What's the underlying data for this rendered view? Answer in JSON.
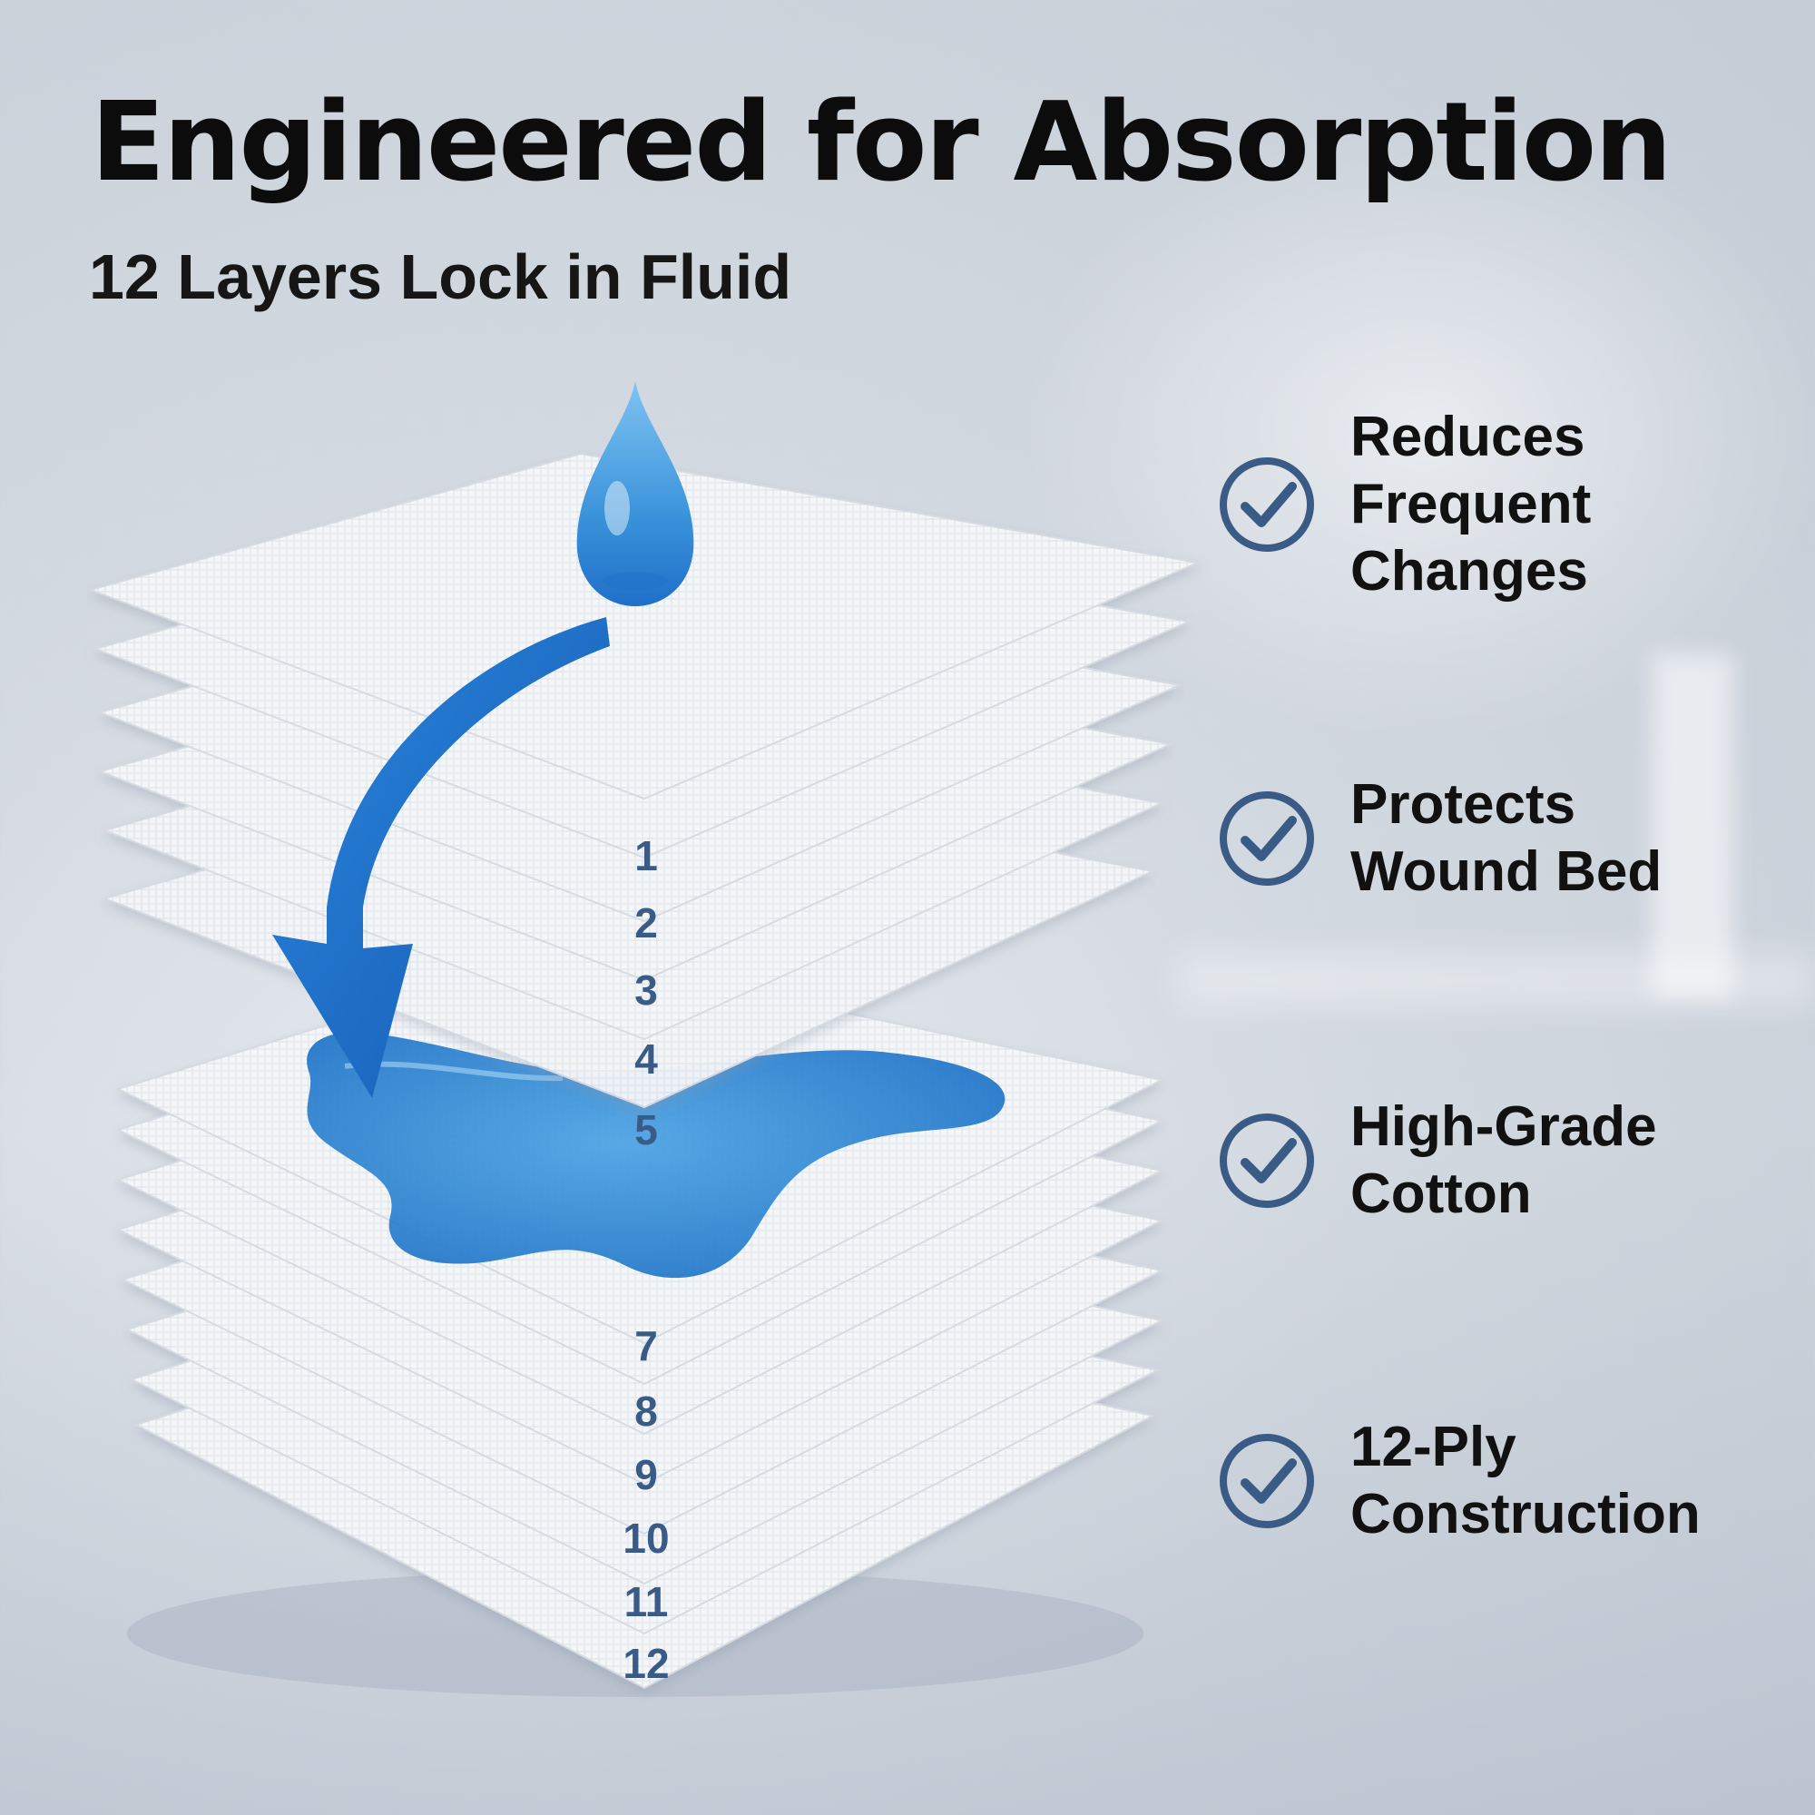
{
  "header": {
    "title": "Engineered for Absorption",
    "subtitle": "12 Layers Lock in Fluid"
  },
  "layers": [
    "1",
    "2",
    "3",
    "4",
    "5",
    "7",
    "8",
    "9",
    "10",
    "11",
    "12"
  ],
  "features": [
    {
      "lines": [
        "Reduces",
        "Frequent",
        "Changes"
      ],
      "icon": "check-circle-icon"
    },
    {
      "lines": [
        "Protects",
        "Wound Bed"
      ],
      "icon": "check-circle-icon"
    },
    {
      "lines": [
        "High-Grade",
        "Cotton"
      ],
      "icon": "check-circle-icon"
    },
    {
      "lines": [
        "12-Ply",
        "Construction"
      ],
      "icon": "check-circle-icon"
    }
  ],
  "colors": {
    "accent_blue": "#1f6fc9",
    "check_blue": "#3a5b86",
    "fluid_blue": "#3b8fd6",
    "text": "#111111"
  }
}
